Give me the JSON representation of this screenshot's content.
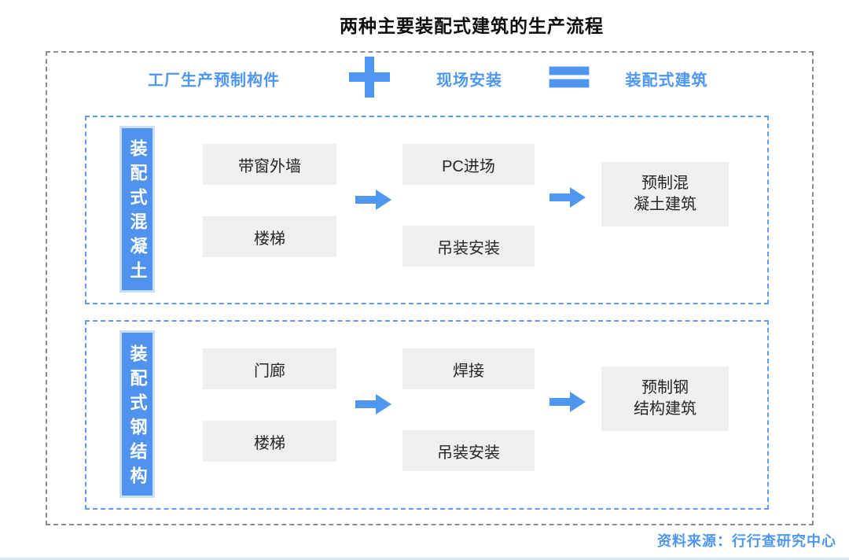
{
  "title": "两种主要装配式建筑的生产流程",
  "colors": {
    "accent": "#4e96f0",
    "box_background": "#efefef",
    "outer_border": "#8c8c8c",
    "section_border": "#5e9cf1",
    "box_text": "#262626",
    "label_text": "#ffffff"
  },
  "header": {
    "factory_label": "工厂生产预制构件",
    "plus_icon": "plus-icon",
    "site_label": "现场安装",
    "equals_icon": "equals-icon",
    "result_label": "装配式建筑"
  },
  "sections": [
    {
      "label": "装配式混凝土",
      "factory_items": [
        "带窗外墙",
        "楼梯"
      ],
      "site_items": [
        "PC进场",
        "吊装安装"
      ],
      "result_lines": [
        "预制混",
        "凝土建筑"
      ]
    },
    {
      "label": "装配式钢结构",
      "factory_items": [
        "门廊",
        "楼梯"
      ],
      "site_items": [
        "焊接",
        "吊装安装"
      ],
      "result_lines": [
        "预制钢",
        "结构建筑"
      ]
    }
  ],
  "source": "资料来源：行行查研究中心"
}
